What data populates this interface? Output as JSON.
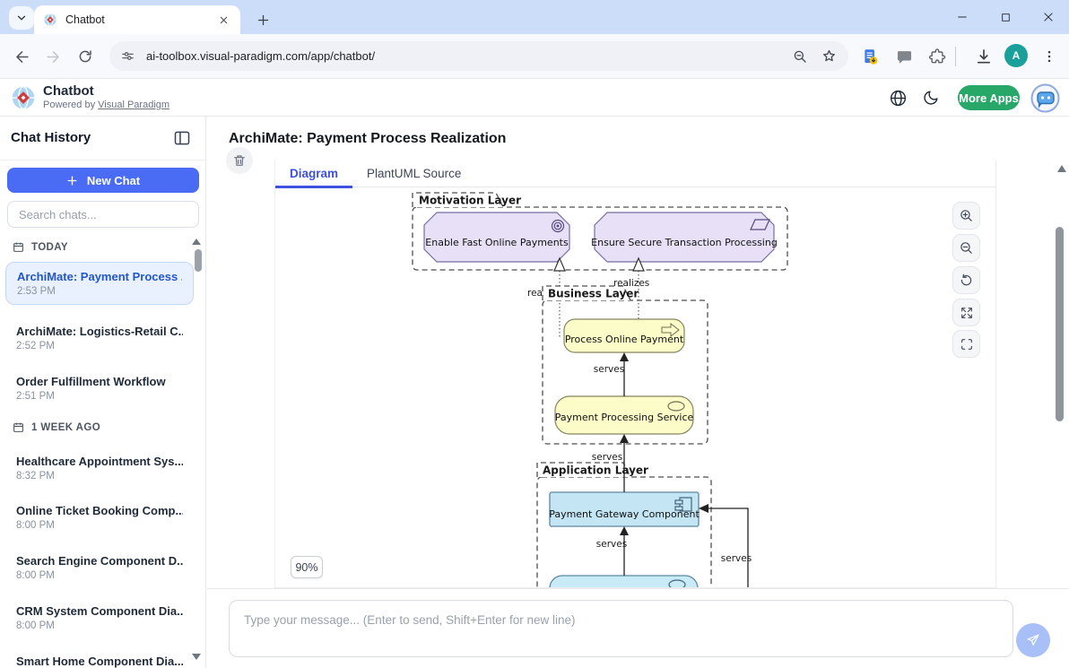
{
  "browser": {
    "tab_title": "Chatbot",
    "url": "ai-toolbox.visual-paradigm.com/app/chatbot/",
    "profile_initial": "A"
  },
  "header": {
    "app_name": "Chatbot",
    "powered_by": "Powered by",
    "powered_by_link": "Visual Paradigm",
    "more_apps": "More Apps"
  },
  "sidebar": {
    "title": "Chat History",
    "new_chat": "New Chat",
    "search_placeholder": "Search chats...",
    "sections": [
      {
        "label": "TODAY",
        "items": [
          {
            "title": "ArchiMate: Payment Process ...",
            "time": "2:53 PM",
            "selected": true
          },
          {
            "title": "ArchiMate: Logistics-Retail C...",
            "time": "2:52 PM",
            "selected": false
          },
          {
            "title": "Order Fulfillment Workflow",
            "time": "2:51 PM",
            "selected": false
          }
        ]
      },
      {
        "label": "1 WEEK AGO",
        "items": [
          {
            "title": "Healthcare Appointment Sys...",
            "time": "8:32 PM",
            "selected": false
          },
          {
            "title": "Online Ticket Booking Comp...",
            "time": "8:00 PM",
            "selected": false
          },
          {
            "title": "Search Engine Component D...",
            "time": "8:00 PM",
            "selected": false
          },
          {
            "title": "CRM System Component Dia...",
            "time": "8:00 PM",
            "selected": false
          },
          {
            "title": "Smart Home Component Dia...",
            "time": "",
            "selected": false
          }
        ]
      }
    ]
  },
  "main": {
    "chat_title": "ArchiMate: Payment Process Realization",
    "tab_diagram": "Diagram",
    "tab_plantuml": "PlantUML Source",
    "zoom_level": "90%"
  },
  "composer": {
    "placeholder": "Type your message... (Enter to send, Shift+Enter for new line)"
  },
  "diagram": {
    "type": "archimate",
    "zoom": "90%",
    "layers": {
      "motivation": "Motivation Layer",
      "business": "Business Layer",
      "application": "Application Layer"
    },
    "elements": {
      "goal": "Enable Fast Online Payments",
      "requirement": "Ensure Secure Transaction Processing",
      "process": "Process Online Payment",
      "service": "Payment Processing Service",
      "component": "Payment Gateway Component"
    },
    "relationships": {
      "realizes": "realizes",
      "serves": "serves"
    },
    "colors": {
      "motivation_fill": "#E7E0F7",
      "business_fill": "#FCFCC8",
      "application_fill": "#C3E5F4",
      "accent_tab": "#3D50E0"
    }
  }
}
